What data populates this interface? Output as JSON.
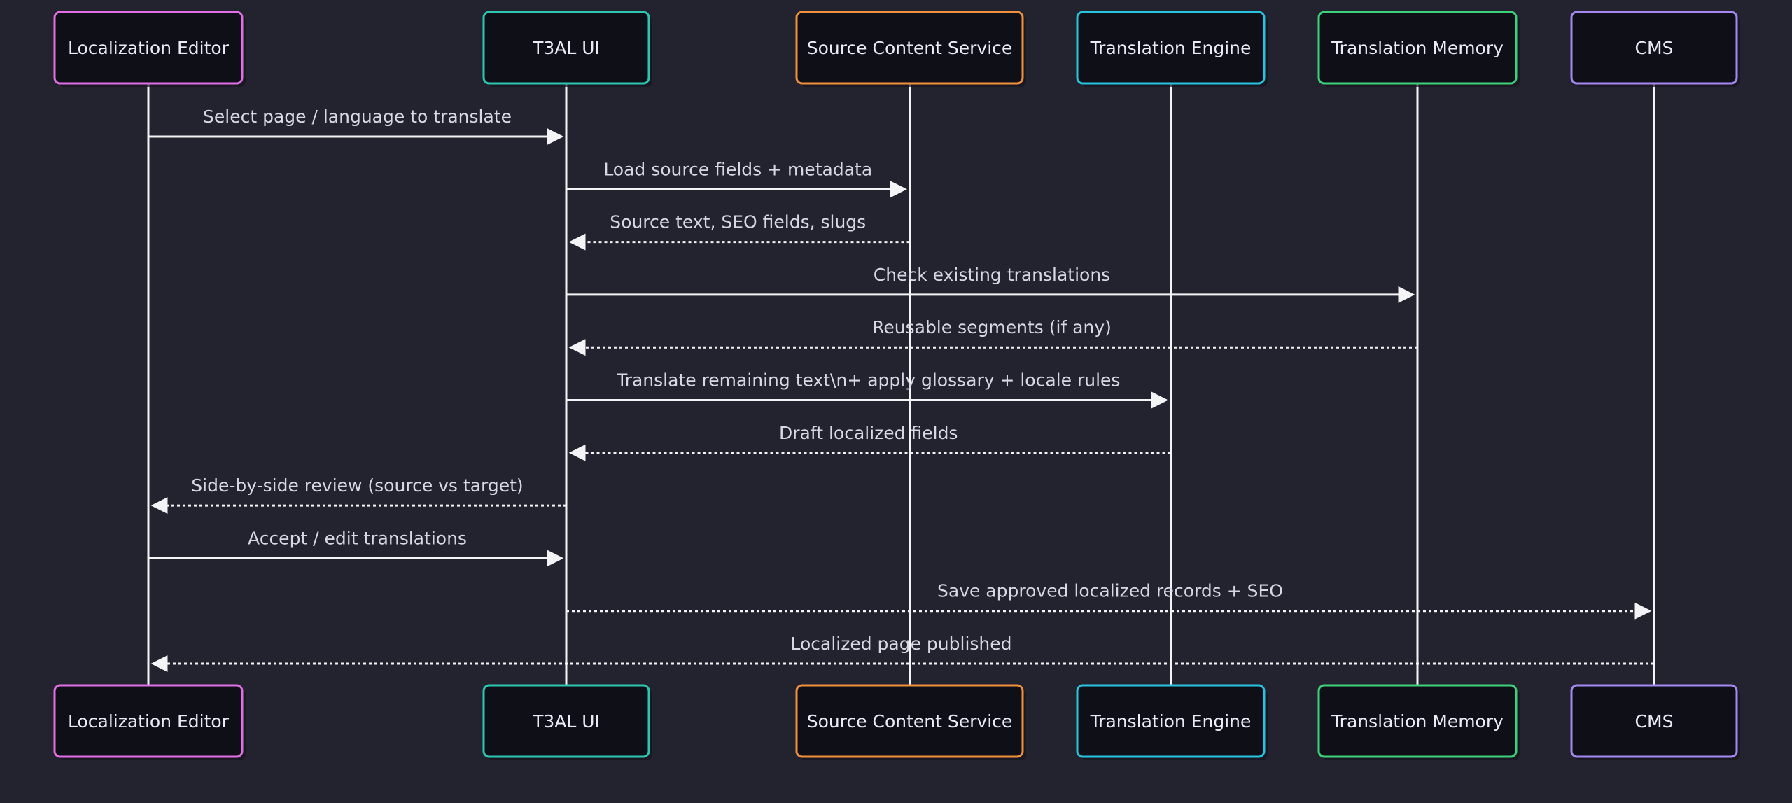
{
  "colors": {
    "background": "#23222f",
    "box_fill": "#0f0f18",
    "line": "#f4f4f6",
    "text": "#eceaf4"
  },
  "participants": [
    {
      "id": "editor",
      "label": "Localization Editor",
      "border": "#e26ee6"
    },
    {
      "id": "ui",
      "label": "T3AL UI",
      "border": "#2dc6b0"
    },
    {
      "id": "source",
      "label": "Source Content Service",
      "border": "#f0903c"
    },
    {
      "id": "engine",
      "label": "Translation Engine",
      "border": "#28c3df"
    },
    {
      "id": "memory",
      "label": "Translation Memory",
      "border": "#3fd07a"
    },
    {
      "id": "cms",
      "label": "CMS",
      "border": "#a688f2"
    }
  ],
  "messages": [
    {
      "from": "editor",
      "to": "ui",
      "label": "Select page / language to translate",
      "style": "solid"
    },
    {
      "from": "ui",
      "to": "source",
      "label": "Load source fields + metadata",
      "style": "solid"
    },
    {
      "from": "source",
      "to": "ui",
      "label": "Source text, SEO fields, slugs",
      "style": "dotted"
    },
    {
      "from": "ui",
      "to": "memory",
      "label": "Check existing translations",
      "style": "solid"
    },
    {
      "from": "memory",
      "to": "ui",
      "label": "Reusable segments (if any)",
      "style": "dotted"
    },
    {
      "from": "ui",
      "to": "engine",
      "label": "Translate remaining text\\n+ apply glossary + locale rules",
      "style": "solid"
    },
    {
      "from": "engine",
      "to": "ui",
      "label": "Draft localized fields",
      "style": "dotted"
    },
    {
      "from": "ui",
      "to": "editor",
      "label": "Side-by-side review (source vs target)",
      "style": "dotted"
    },
    {
      "from": "editor",
      "to": "ui",
      "label": "Accept / edit translations",
      "style": "solid"
    },
    {
      "from": "ui",
      "to": "cms",
      "label": "Save approved localized records + SEO",
      "style": "dotted"
    },
    {
      "from": "cms",
      "to": "editor",
      "label": "Localized page published",
      "style": "dotted"
    }
  ]
}
